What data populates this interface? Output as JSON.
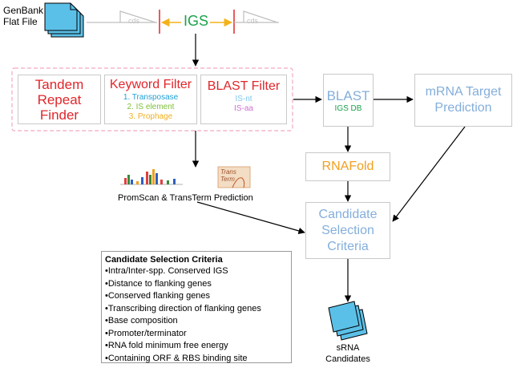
{
  "genbank": {
    "label_line1": "GenBank",
    "label_line2": "Flat File"
  },
  "top": {
    "cds_left": "cds",
    "igs": "IGS",
    "cds_right": "cds"
  },
  "filters": {
    "tandem": {
      "line1": "Tandem",
      "line2": "Repeat",
      "line3": "Finder"
    },
    "keyword": {
      "title": "Keyword Filter",
      "items": [
        "1. Transposase",
        "2. IS element",
        "3. Prophage"
      ]
    },
    "blast_filter": {
      "title": "BLAST Filter",
      "items": [
        "IS-nt",
        "IS-aa"
      ]
    }
  },
  "blast": {
    "title": "BLAST",
    "sub": "IGS DB"
  },
  "mrna": {
    "line1": "mRNA Target",
    "line2": "Prediction"
  },
  "rnafold": {
    "title": "RNAFold"
  },
  "promscan": {
    "label": "PromScan & TransTerm Prediction",
    "term_text": "Trans Term"
  },
  "candidate": {
    "line1": "Candidate",
    "line2": "Selection",
    "line3": "Criteria"
  },
  "criteria_list": {
    "title": "Candidate Selection Criteria",
    "items": [
      "•Intra/Inter-spp. Conserved IGS",
      "•Distance to flanking genes",
      "•Conserved flanking genes",
      "•Transcribing direction of flanking genes",
      "•Base composition",
      "•Promoter/terminator",
      "•RNA fold minimum free energy",
      "•Containing ORF & RBS binding site"
    ]
  },
  "srna": {
    "line1": "sRNA",
    "line2": "Candidates"
  },
  "colors": {
    "red": "#e0262b",
    "blue": "#84aedb",
    "green": "#1aa34a",
    "orange": "#f0a020",
    "doc_blue": "#5bc0e8",
    "dashed_pink": "#f2a6c3"
  }
}
